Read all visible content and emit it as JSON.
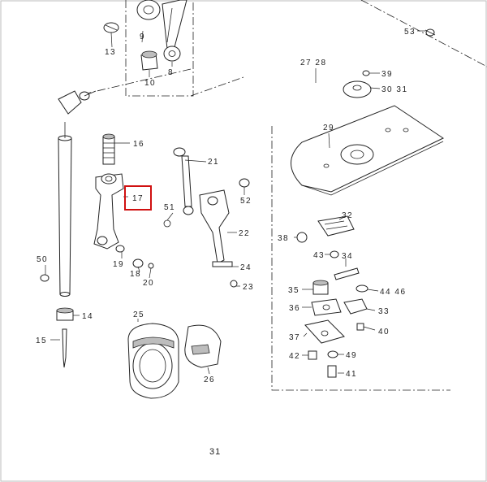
{
  "page_number": "31",
  "highlighted_label": "17",
  "highlight_color": "#d01010",
  "labels": {
    "p8": "8",
    "p9": "9",
    "p10": "10",
    "p13": "13",
    "p14": "14",
    "p15": "15",
    "p16": "16",
    "p17": "17",
    "p18": "18",
    "p19": "19",
    "p20": "20",
    "p21": "21",
    "p22": "22",
    "p23": "23",
    "p24": "24",
    "p25": "25",
    "p26": "26",
    "p27_28": "27 28",
    "p29": "29",
    "p30_31": "30 31",
    "p32": "32",
    "p33": "33",
    "p34": "34",
    "p35": "35",
    "p36": "36",
    "p37": "37",
    "p38": "38",
    "p39": "39",
    "p40": "40",
    "p41": "41",
    "p42": "42",
    "p43": "43",
    "p44_46": "44 46",
    "p49": "49",
    "p50": "50",
    "p51": "51",
    "p52": "52",
    "p53": "53"
  }
}
